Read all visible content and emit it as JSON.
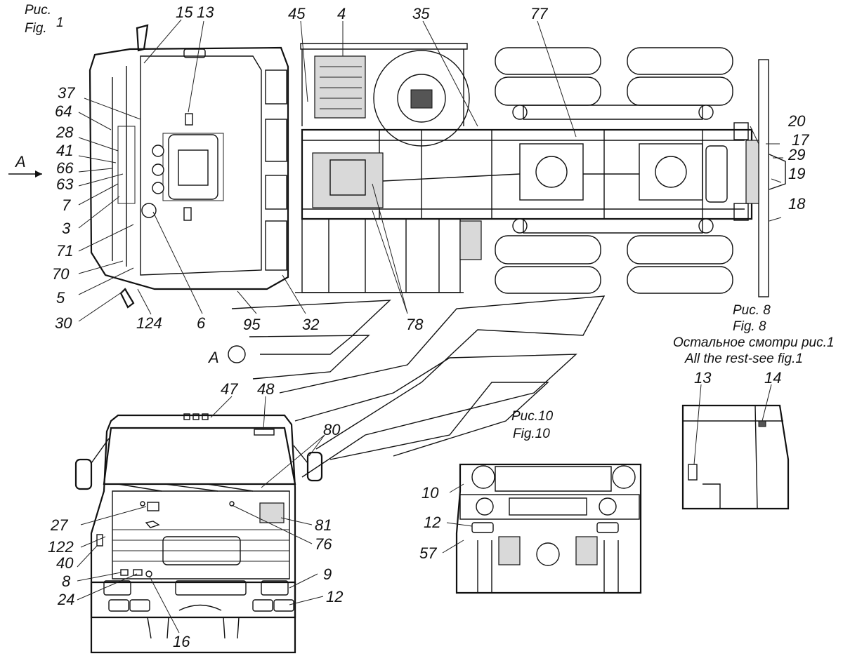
{
  "figures": {
    "fig1": {
      "ru": "Рис.",
      "en": "Fig.",
      "num": "1"
    },
    "fig8": {
      "ru": "Рис. 8",
      "en": "Fig. 8",
      "note_ru": "Остальное смотри рис.1",
      "note_en": "All the rest-see fig.1"
    },
    "fig10": {
      "ru": "Рис.10",
      "en": "Fig.10"
    }
  },
  "view": {
    "arrow_label": "A",
    "section_label": "A"
  },
  "callouts_top": [
    "15",
    "13",
    "45",
    "4",
    "35",
    "77",
    "37",
    "64",
    "28",
    "41",
    "66",
    "63",
    "7",
    "3",
    "71",
    "70",
    "5",
    "30",
    "124",
    "6",
    "95",
    "32",
    "78",
    "20",
    "17",
    "29",
    "19",
    "18"
  ],
  "callouts_front": [
    "47",
    "48",
    "80",
    "27",
    "122",
    "40",
    "8",
    "24",
    "16",
    "81",
    "76",
    "9",
    "12"
  ],
  "callouts_fig10": [
    "10",
    "12",
    "57"
  ],
  "callouts_fig8": [
    "13",
    "14"
  ]
}
